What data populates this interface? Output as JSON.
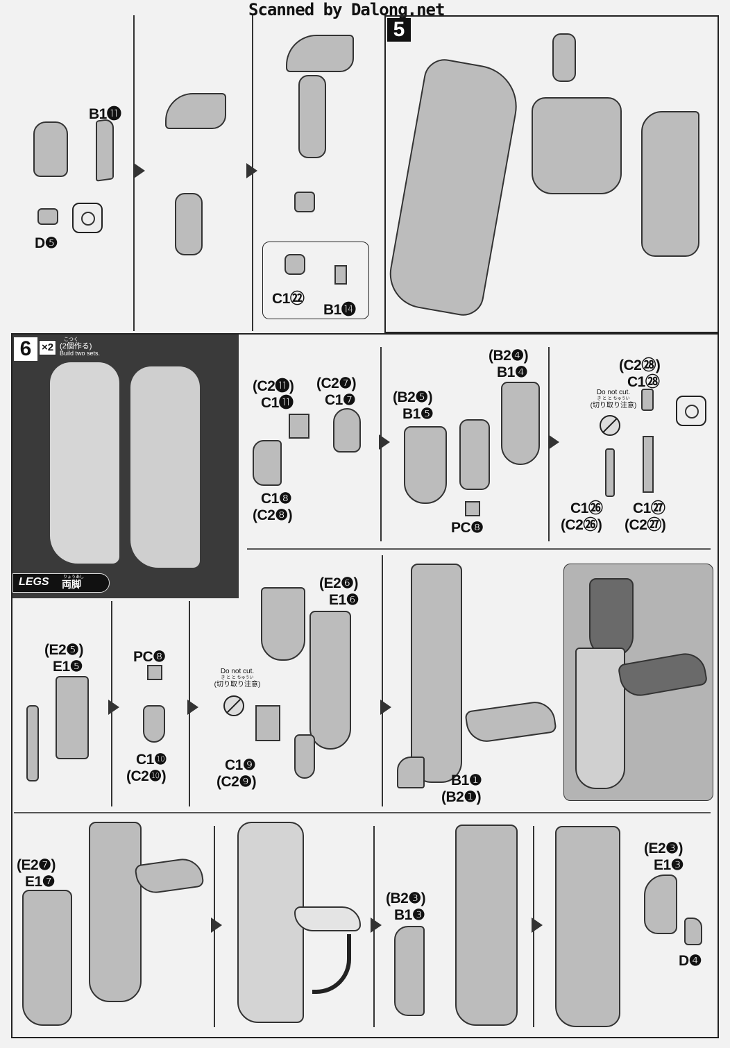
{
  "header": {
    "watermark": "Scanned by Dalong.net"
  },
  "step5": {
    "number": "5",
    "labels": {
      "b1_11": "B1⓫",
      "d5": "D❺",
      "c1_22": "C1㉒",
      "b1_14": "B1⓮"
    }
  },
  "step6": {
    "number": "6",
    "qty_badge": "×2",
    "qty_ja": "(2個作る)",
    "qty_ruby": "こつく",
    "qty_en": "Build two sets.",
    "legs_en": "LEGS",
    "legs_ja": "両脚",
    "legs_ruby": "りょうあし",
    "do_not_cut_en": "Do not cut.",
    "do_not_cut_ja": "(切り取り注意)",
    "do_not_cut_ruby": "き と と ちゅうい",
    "row1": {
      "c2_11": "(C2⓫)",
      "c1_11": "C1⓫",
      "c2_7": "(C2❼)",
      "c1_7": "C1❼",
      "c1_8": "C1❽",
      "c2_8": "(C2❽)",
      "b2_5": "(B2❺)",
      "b1_5": "B1❺",
      "b2_4": "(B2❹)",
      "b1_4": "B1❹",
      "pc8": "PC❽",
      "c2_28": "(C2㉘)",
      "c1_28": "C1㉘",
      "c1_26": "C1㉖",
      "c2_26": "(C2㉖)",
      "c1_27": "C1㉗",
      "c2_27": "(C2㉗)"
    },
    "row2": {
      "e2_5": "(E2❺)",
      "e1_5": "E1❺",
      "pc8": "PC❽",
      "c1_10": "C1❿",
      "c2_10": "(C2❿)",
      "c1_9": "C1❾",
      "c2_9": "(C2❾)",
      "e2_6": "(E2❻)",
      "e1_6": "E1❻",
      "b1_1": "B1❶",
      "b2_1": "(B2❶)"
    },
    "row3": {
      "e2_7": "(E2❼)",
      "e1_7": "E1❼",
      "b2_3": "(B2❸)",
      "b1_3": "B1❸",
      "e2_3": "(E2❸)",
      "e1_3": "E1❸",
      "d4": "D❹"
    }
  }
}
